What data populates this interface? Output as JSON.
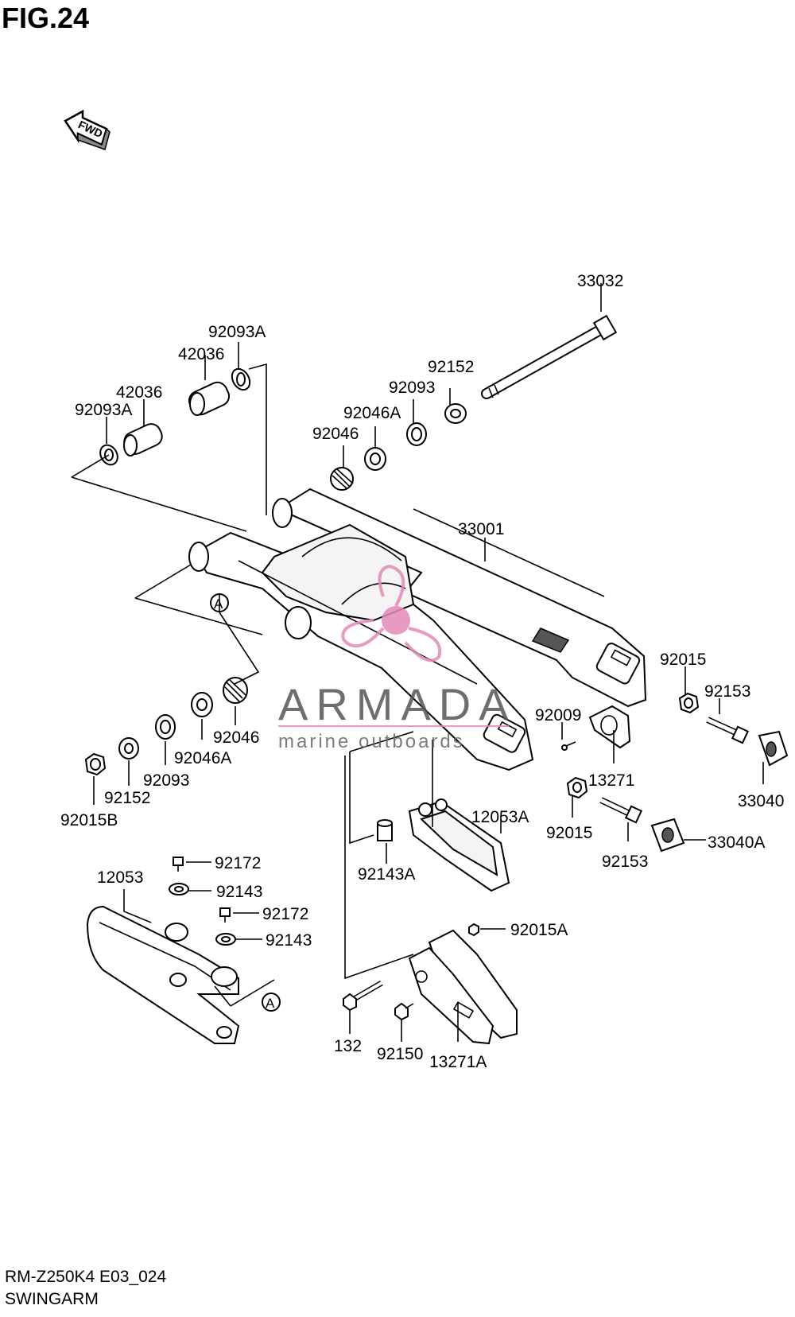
{
  "figure": {
    "title": "FIG.24"
  },
  "footer": {
    "model_code": "RM-Z250K4 E03_024",
    "section": "SWINGARM"
  },
  "direction_badge": "FWD",
  "reference_marker": "A",
  "watermark": {
    "brand": "ARMADA",
    "tagline": "marine outboards",
    "accent_color": "#e48ab8"
  },
  "part_labels": [
    {
      "id": "lbl-33032",
      "text": "33032"
    },
    {
      "id": "lbl-92093A-top",
      "text": "92093A"
    },
    {
      "id": "lbl-42036-top",
      "text": "42036"
    },
    {
      "id": "lbl-42036-left",
      "text": "42036"
    },
    {
      "id": "lbl-92093A-left",
      "text": "92093A"
    },
    {
      "id": "lbl-92152-top",
      "text": "92152"
    },
    {
      "id": "lbl-92093-top",
      "text": "92093"
    },
    {
      "id": "lbl-92046A-top",
      "text": "92046A"
    },
    {
      "id": "lbl-92046-top",
      "text": "92046"
    },
    {
      "id": "lbl-33001",
      "text": "33001"
    },
    {
      "id": "lbl-92015-right",
      "text": "92015"
    },
    {
      "id": "lbl-92153-right",
      "text": "92153"
    },
    {
      "id": "lbl-92009",
      "text": "92009"
    },
    {
      "id": "lbl-92046-bottom",
      "text": "92046"
    },
    {
      "id": "lbl-92046A-bottom",
      "text": "92046A"
    },
    {
      "id": "lbl-92093-bottom",
      "text": "92093"
    },
    {
      "id": "lbl-92152-bottom",
      "text": "92152"
    },
    {
      "id": "lbl-92015B",
      "text": "92015B"
    },
    {
      "id": "lbl-13271",
      "text": "13271"
    },
    {
      "id": "lbl-33040",
      "text": "33040"
    },
    {
      "id": "lbl-12053A",
      "text": "12053A"
    },
    {
      "id": "lbl-92015-mid",
      "text": "92015"
    },
    {
      "id": "lbl-92153-mid",
      "text": "92153"
    },
    {
      "id": "lbl-33040A",
      "text": "33040A"
    },
    {
      "id": "lbl-92143A",
      "text": "92143A"
    },
    {
      "id": "lbl-92172-a",
      "text": "92172"
    },
    {
      "id": "lbl-12053",
      "text": "12053"
    },
    {
      "id": "lbl-92143-a",
      "text": "92143"
    },
    {
      "id": "lbl-92172-b",
      "text": "92172"
    },
    {
      "id": "lbl-92143-b",
      "text": "92143"
    },
    {
      "id": "lbl-92015A",
      "text": "92015A"
    },
    {
      "id": "lbl-132",
      "text": "132"
    },
    {
      "id": "lbl-92150",
      "text": "92150"
    },
    {
      "id": "lbl-13271A",
      "text": "13271A"
    }
  ]
}
